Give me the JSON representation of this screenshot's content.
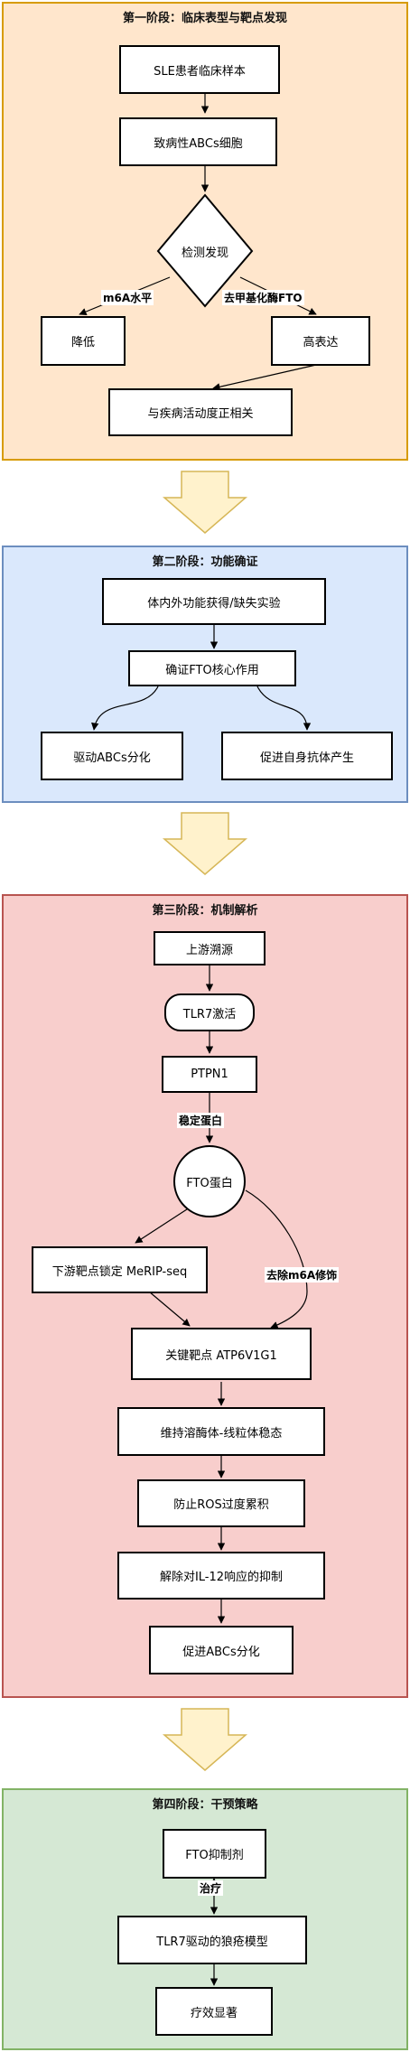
{
  "stage1": {
    "title": "第一阶段：临床表型与靶点发现",
    "sample": "SLE患者临床样本",
    "cells": "致病性ABCs细胞",
    "detect": "检测发现",
    "m6a_label": "m6A水平",
    "fto_label": "去甲基化酶FTO",
    "low": "降低",
    "high": "高表达",
    "correlate": "与疾病活动度正相关"
  },
  "stage2": {
    "title": "第二阶段：功能确证",
    "experiment": "体内外功能获得/缺失实验",
    "confirm": "确证FTO核心作用",
    "drive": "驱动ABCs分化",
    "promote": "促进自身抗体产生"
  },
  "stage3": {
    "title": "第三阶段：机制解析",
    "upstream": "上游溯源",
    "tlr7": "TLR7激活",
    "ptpn1": "PTPN1",
    "stabilize": "稳定蛋白",
    "fto_protein": "FTO蛋白",
    "merip": "下游靶点锁定 MeRIP-seq",
    "remove_m6a": "去除m6A修饰",
    "target": "关键靶点 ATP6V1G1",
    "lysosome": "维持溶酶体-线粒体稳态",
    "ros": "防止ROS过度累积",
    "il12": "解除对IL-12响应的抑制",
    "abcs": "促进ABCs分化"
  },
  "stage4": {
    "title": "第四阶段：干预策略",
    "inhibitor": "FTO抑制剂",
    "treat": "治疗",
    "model": "TLR7驱动的狼疮模型",
    "effect": "疗效显著"
  },
  "colors": {
    "stage1_fill": "#ffe6cc",
    "stage1_border": "#d79b00",
    "stage2_fill": "#dae8fc",
    "stage2_border": "#6c8ebf",
    "stage3_fill": "#f8cecc",
    "stage3_border": "#b85450",
    "stage4_fill": "#d5e8d4",
    "stage4_border": "#82b366",
    "arrow_fill": "#fff2cc",
    "arrow_border": "#d6b656"
  }
}
